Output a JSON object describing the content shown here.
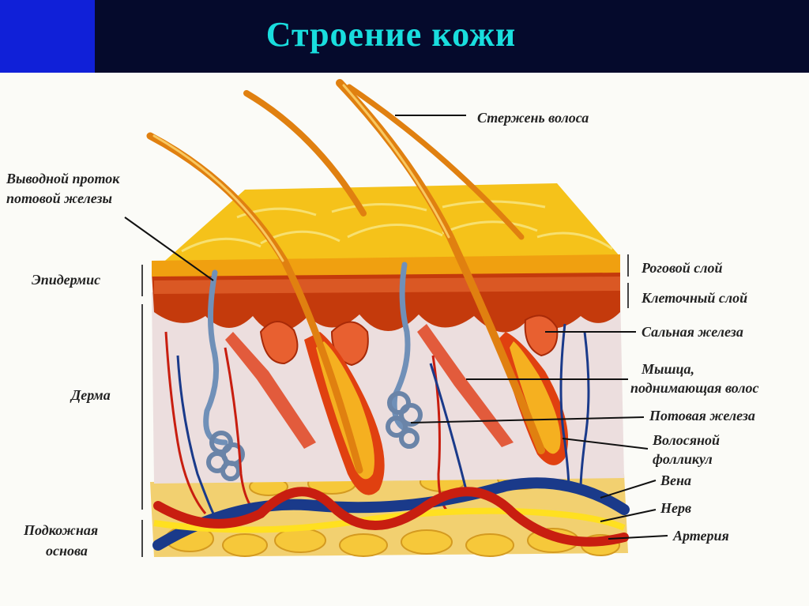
{
  "title": "Строение кожи",
  "colors": {
    "title_bar": "#050a2c",
    "title_accent": "#1020d8",
    "title_text": "#19dede",
    "stratum_corneum": "#f5c21a",
    "cell_layer": "#c43a0c",
    "dermis": "#ecdede",
    "hair": "#e08010",
    "fat": "#f0c040",
    "vein": "#1a3a8a",
    "artery": "#c81e10",
    "nerve": "#ffe020",
    "sweat_gland": "#7090b8"
  },
  "labels": {
    "hair_shaft": "Стержень волоса",
    "sweat_duct_line1": "Выводной проток",
    "sweat_duct_line2": "потовой железы",
    "epidermis": "Эпидермис",
    "dermis": "Дерма",
    "hypodermis_line1": "Подкожная",
    "hypodermis_line2": "основа",
    "stratum_corneum": "Роговой слой",
    "cell_layer": "Клеточный слой",
    "sebaceous_gland": "Сальная железа",
    "muscle_line1": "Мышца,",
    "muscle_line2": "поднимающая волос",
    "sweat_gland": "Потовая железа",
    "follicle_line1": "Волосяной",
    "follicle_line2": "фолликул",
    "vein": "Вена",
    "nerve": "Нерв",
    "artery": "Артерия"
  }
}
